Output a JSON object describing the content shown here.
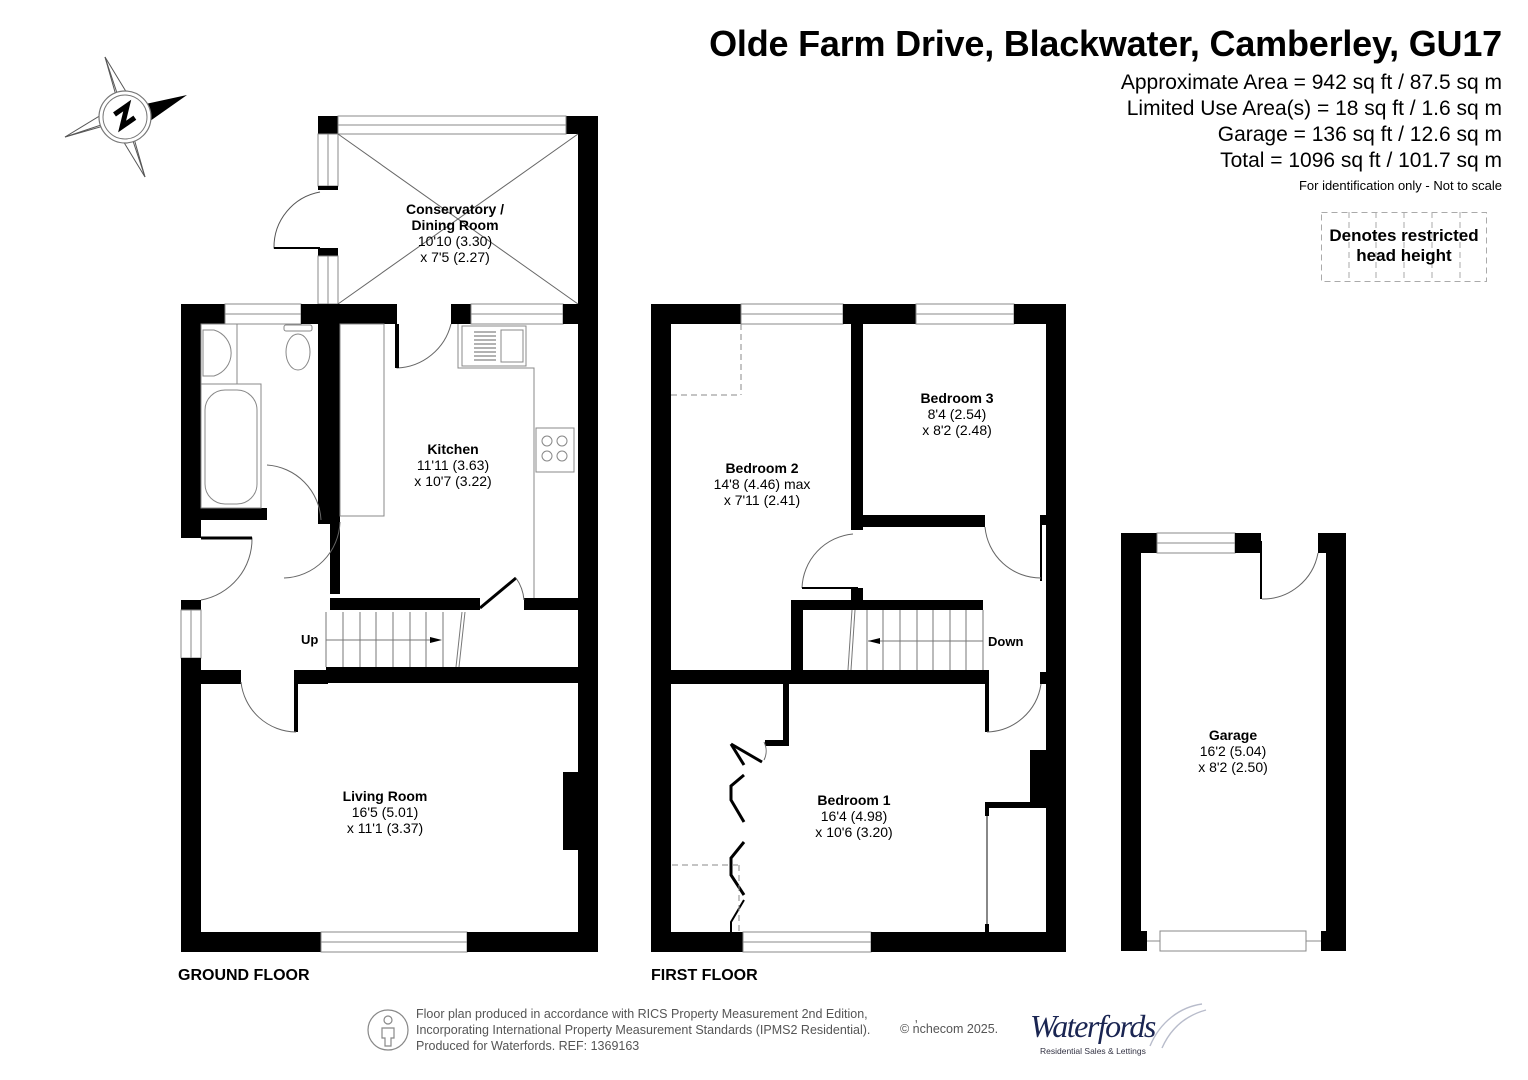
{
  "header": {
    "title": "Olde Farm Drive, Blackwater, Camberley, GU17",
    "areas": [
      "Approximate Area = 942 sq ft / 87.5 sq m",
      "Limited Use Area(s) = 18 sq ft / 1.6 sq m",
      "Garage = 136 sq ft / 12.6 sq m",
      "Total = 1096 sq ft / 101.7 sq m"
    ],
    "disclaimer": "For identification only - Not to scale"
  },
  "legend": {
    "restricted_label_line1": "Denotes restricted",
    "restricted_label_line2": "head height"
  },
  "compass": {
    "icon": "compass-north-icon",
    "letter": "N"
  },
  "floors": {
    "ground": {
      "label": "GROUND FLOOR",
      "stairs_label": "Up",
      "rooms": [
        {
          "name": "Conservatory /",
          "name2": "Dining Room",
          "dim1": "10'10 (3.30)",
          "dim2": "x 7'5 (2.27)"
        },
        {
          "name": "Kitchen",
          "dim1": "11'11 (3.63)",
          "dim2": "x 10'7 (3.22)"
        },
        {
          "name": "Living Room",
          "dim1": "16'5 (5.01)",
          "dim2": "x 11'1 (3.37)"
        }
      ]
    },
    "first": {
      "label": "FIRST FLOOR",
      "stairs_label": "Down",
      "rooms": [
        {
          "name": "Bedroom 2",
          "dim1": "14'8 (4.46) max",
          "dim2": "x 7'11 (2.41)"
        },
        {
          "name": "Bedroom 3",
          "dim1": "8'4 (2.54)",
          "dim2": "x 8'2 (2.48)"
        },
        {
          "name": "Bedroom 1",
          "dim1": "16'4 (4.98)",
          "dim2": "x 10'6 (3.20)"
        }
      ]
    },
    "garage": {
      "rooms": [
        {
          "name": "Garage",
          "dim1": "16'2 (5.04)",
          "dim2": "x 8'2 (2.50)"
        }
      ]
    }
  },
  "footer": {
    "lines": [
      "Floor plan produced in accordance with RICS Property Measurement 2nd Edition,",
      "Incorporating International Property Measurement Standards (IPMS2 Residential).",
      "Produced for Waterfords.   REF: 1369163"
    ],
    "copyright": "© n̓checom 2025.",
    "person_icon": "person-icon",
    "logo_text": "Waterfords",
    "logo_sub": "Residential Sales & Lettings"
  }
}
